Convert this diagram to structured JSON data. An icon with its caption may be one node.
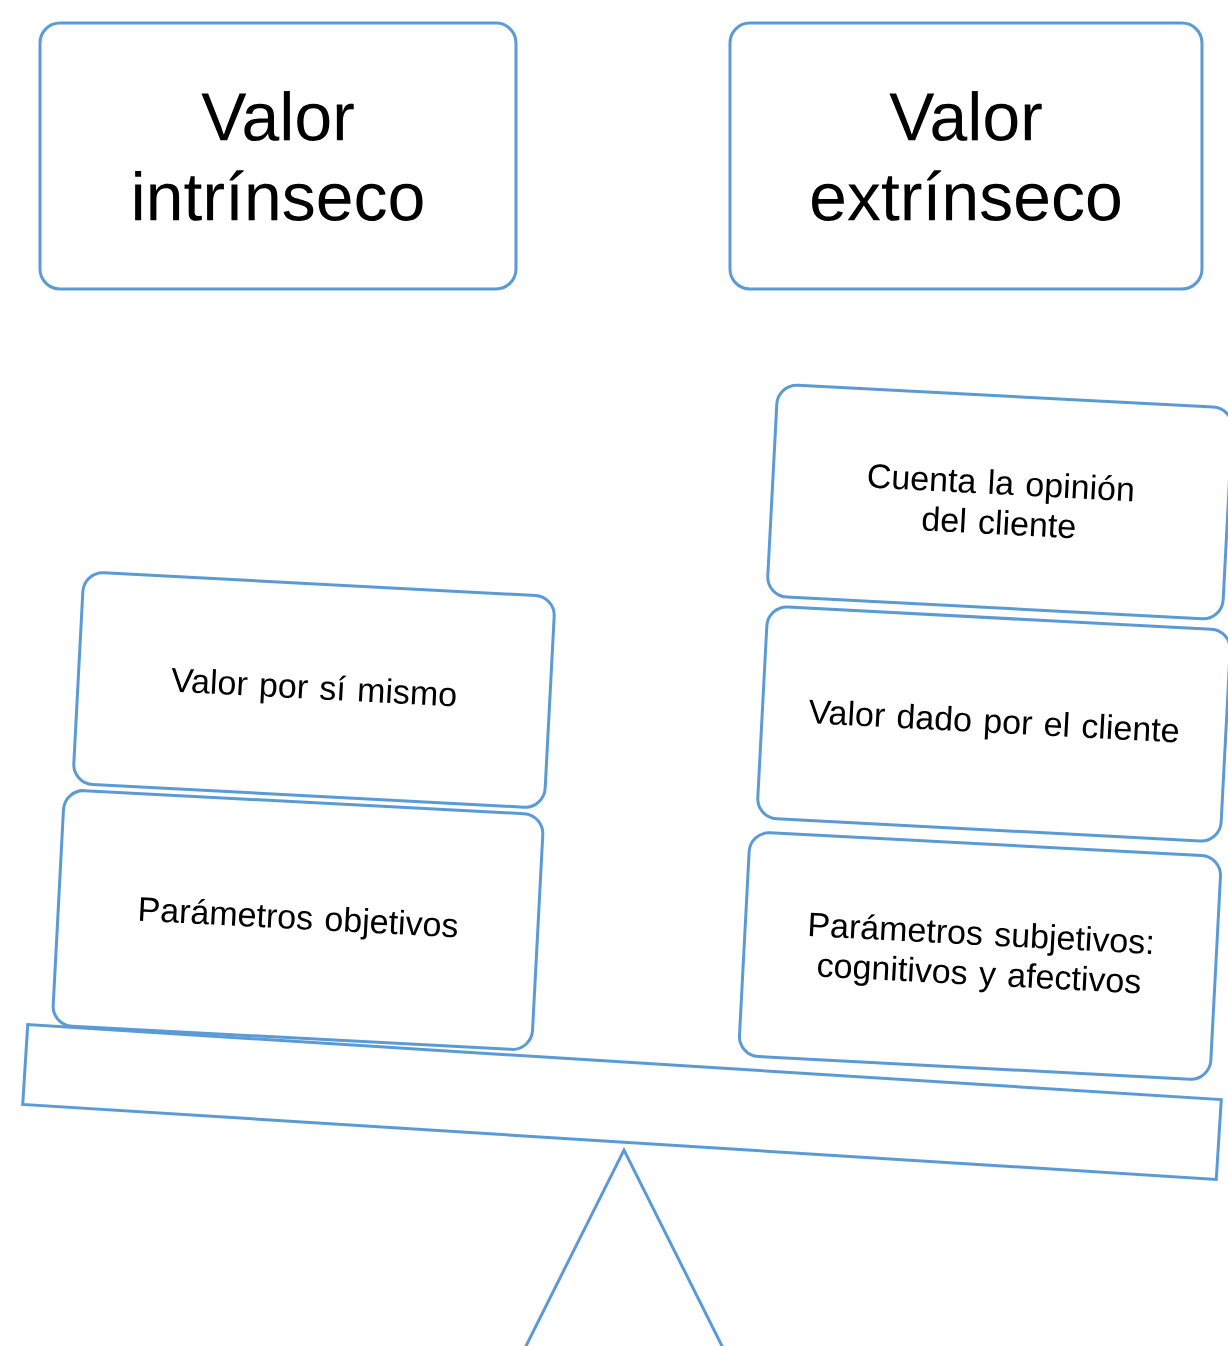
{
  "diagram": {
    "nodes": [
      {
        "text": [
          "Valor intrínseco"
        ]
      },
      {
        "text": [
          "Valor extrínseco"
        ]
      },
      {
        "text": [
          "Valor por sí mismo"
        ]
      },
      {
        "text": [
          "Parámetros objetivos"
        ]
      },
      {
        "text": [
          "Cuenta la opinión del cliente"
        ]
      },
      {
        "text": [
          "Valor dado por el cliente"
        ]
      },
      {
        "text": [
          "Parámetros subjetivos: cognitivos y afectivos"
        ]
      }
    ]
  }
}
